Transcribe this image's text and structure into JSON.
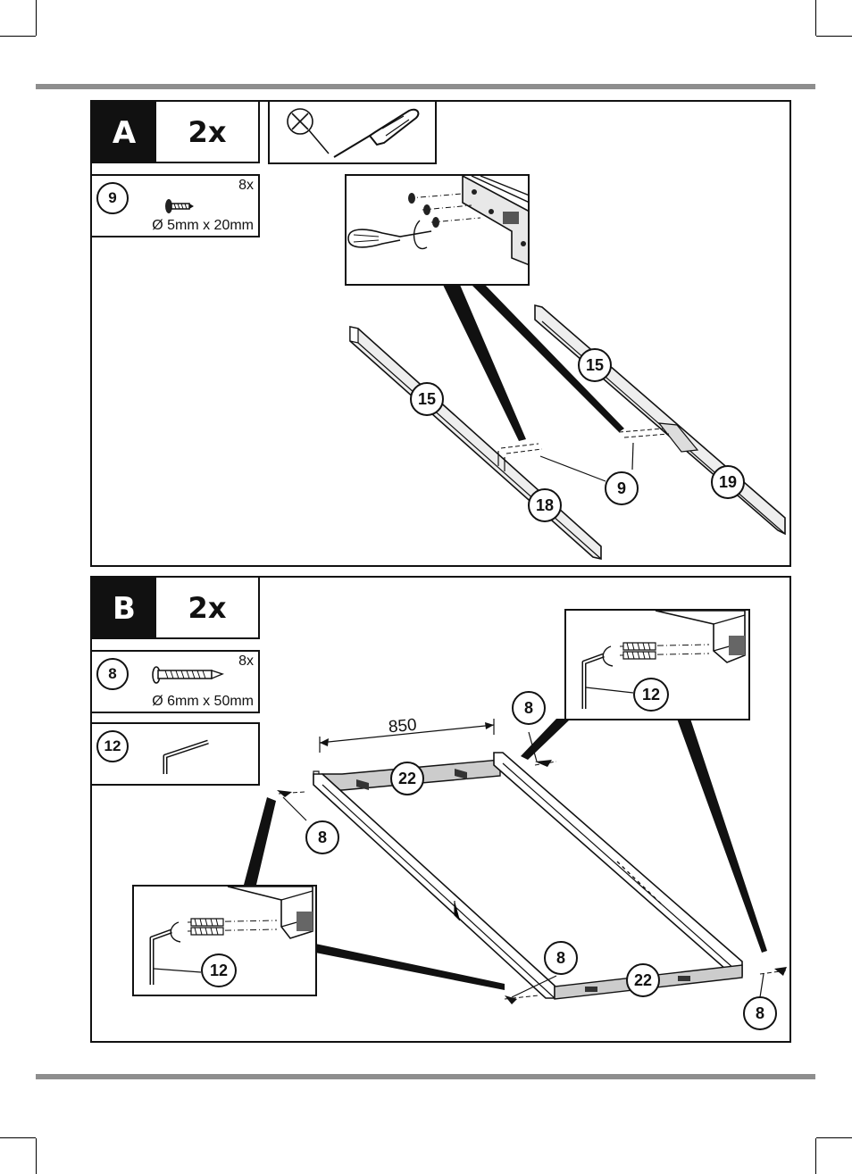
{
  "step_a": {
    "letter": "A",
    "count": "2x",
    "part": {
      "number": "9",
      "quantity": "8x",
      "dimension": "Ø 5mm x 20mm"
    },
    "callouts": {
      "rail_left": "15",
      "rail_right": "15",
      "part_18": "18",
      "part_19": "19",
      "screw": "9"
    }
  },
  "step_b": {
    "letter": "B",
    "count": "2x",
    "part_bolt": {
      "number": "8",
      "quantity": "8x",
      "dimension": "Ø 6mm x 50mm"
    },
    "part_key": {
      "number": "12"
    },
    "measurement": "850",
    "callouts": {
      "slat_top": "22",
      "slat_bottom": "22",
      "bolt_top_left": "8",
      "bolt_top_right": "8",
      "bolt_bottom_mid": "8",
      "bolt_bottom_right": "8",
      "key_inset_top": "12",
      "key_inset_bottom": "12"
    }
  },
  "icons": [
    "screwdriver-not-allowed-icon",
    "screw-icon",
    "bolt-icon",
    "allen-key-icon"
  ]
}
